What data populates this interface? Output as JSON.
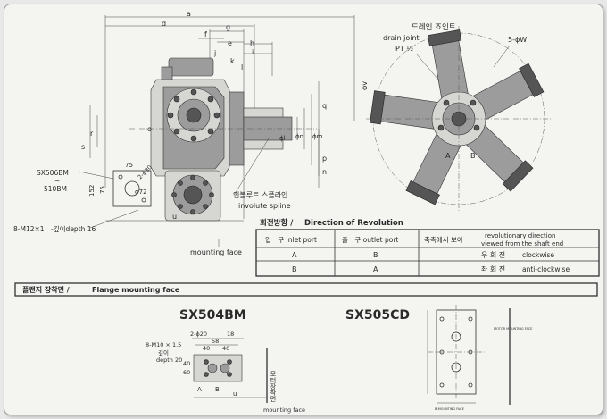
{
  "dims_top": {
    "a": "a",
    "d": "d",
    "g": "g",
    "f": "f",
    "e": "e",
    "h": "h",
    "i": "i",
    "j": "j",
    "k": "k",
    "l": "l",
    "q": "q",
    "m": "m",
    "p": "p",
    "n": "n",
    "r": "r",
    "s": "s",
    "o": "o",
    "u": "u",
    "phi_m": "ϕm",
    "phi_n": "ϕn",
    "phi_l": "ϕl"
  },
  "left_labels": {
    "model1": "SX506BM",
    "tilde": "~",
    "model2": "510BM",
    "d75": "75",
    "d152": "152",
    "d75v": "75",
    "bolt_pattern": "2-ϕ30",
    "phi72": "ϕ72",
    "thread": "8-M12×1　-깊이depth 16",
    "involute_ko": "인볼루트 스플라인",
    "involute_en": "involute spline",
    "mounting_face": "mounting face"
  },
  "right_labels": {
    "drain_ko": "드레인 죠인트",
    "drain_en": "drain joint",
    "drain_pt": "PT ½",
    "holes": "5-ϕW",
    "phi_v": "ϕv",
    "port_a": "A",
    "port_b": "B"
  },
  "rotation": {
    "title_ko": "회전방향 /",
    "title_en": "Direction of Revolution",
    "headers": [
      "입　구 inlet port",
      "출　구 outlet port",
      "축측에서 보아",
      "revolutionary direction",
      "viewed from the shaft end"
    ],
    "rows": [
      {
        "inlet": "A",
        "outlet": "B",
        "dir_ko": "우 회 전",
        "dir_en": "clockwise"
      },
      {
        "inlet": "B",
        "outlet": "A",
        "dir_ko": "좌 회 전",
        "dir_en": "anti-clockwise"
      }
    ]
  },
  "flange": {
    "title_ko": "플랜지 장착면 /",
    "title_en": "Flange mounting face"
  },
  "sx504": {
    "title": "SX504BM",
    "hole_callout": "2-ϕ20",
    "d18": "18",
    "d58": "58",
    "d40a": "40",
    "d40b": "40",
    "thread": "8-M10 × 1.5",
    "depth_ko": "깊이",
    "depth_en": "depth 20",
    "d40v": "40",
    "d60": "60",
    "port_a": "A",
    "port_b": "B",
    "u": "u",
    "mount_ko": "모터장착면",
    "mount_en": "mounting face"
  },
  "sx505": {
    "title": "SX505CD",
    "note": "MOTOR MOUNTING FACE",
    "bottom": "B-MOUNTING FACE"
  }
}
